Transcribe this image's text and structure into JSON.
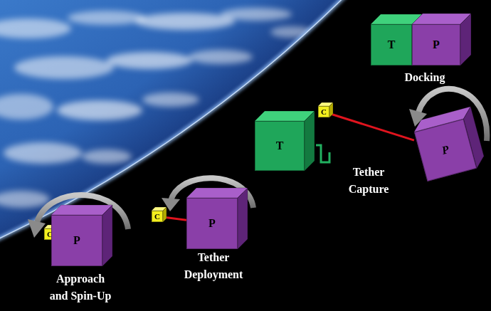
{
  "diagram": {
    "nodes": [
      {
        "text": [
          "T"
        ]
      },
      {
        "text": [
          "P"
        ]
      },
      {
        "text": [
          "T"
        ]
      },
      {
        "text": [
          "C"
        ]
      },
      {
        "text": [
          "P"
        ]
      },
      {
        "text": [
          "C"
        ]
      },
      {
        "text": [
          "P"
        ]
      },
      {
        "text": [
          "C"
        ]
      },
      {
        "text": [
          "P"
        ]
      }
    ],
    "edges": [
      {
        "from": 3,
        "to": 4,
        "arrow": "none"
      },
      {
        "from": 5,
        "to": 6,
        "arrow": "none"
      }
    ],
    "labels": [
      "Docking",
      "Tether Capture",
      "Tether Deployment",
      "Approach and Spin-Up"
    ]
  }
}
